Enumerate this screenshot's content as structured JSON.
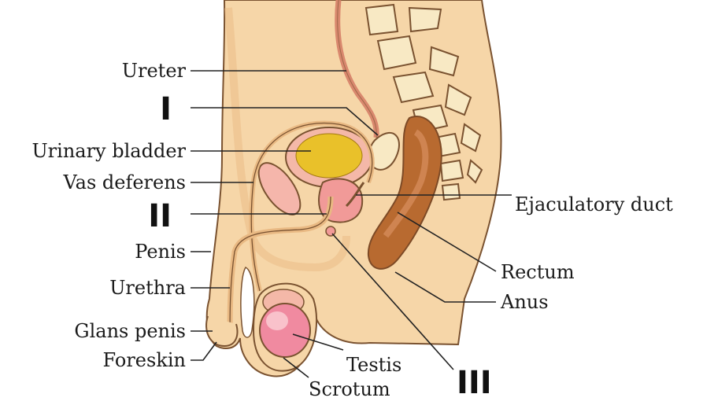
{
  "labels": {
    "ureter": "Ureter",
    "i": "I",
    "urinary_bladder": "Urinary bladder",
    "vas_deferens": "Vas deferens",
    "ii": "II",
    "penis": "Penis",
    "urethra": "Urethra",
    "glans_penis": "Glans penis",
    "foreskin": "Foreskin",
    "testis": "Testis",
    "scrotum": "Scrotum",
    "iii": "III",
    "ejaculatory_duct": "Ejaculatory duct",
    "rectum": "Rectum",
    "anus": "Anus"
  },
  "colors": {
    "skin": "#f6d6a8",
    "skin_shadow": "#e9b983",
    "outline": "#7a5230",
    "bone": "#f8e9c4",
    "bladder_wall": "#f4b8a8",
    "bladder_urine": "#e9c12a",
    "gland_pink": "#f19a98",
    "testis": "#f08aa0",
    "rectum": "#b86a30",
    "rectum_dark": "#7d4a26"
  }
}
